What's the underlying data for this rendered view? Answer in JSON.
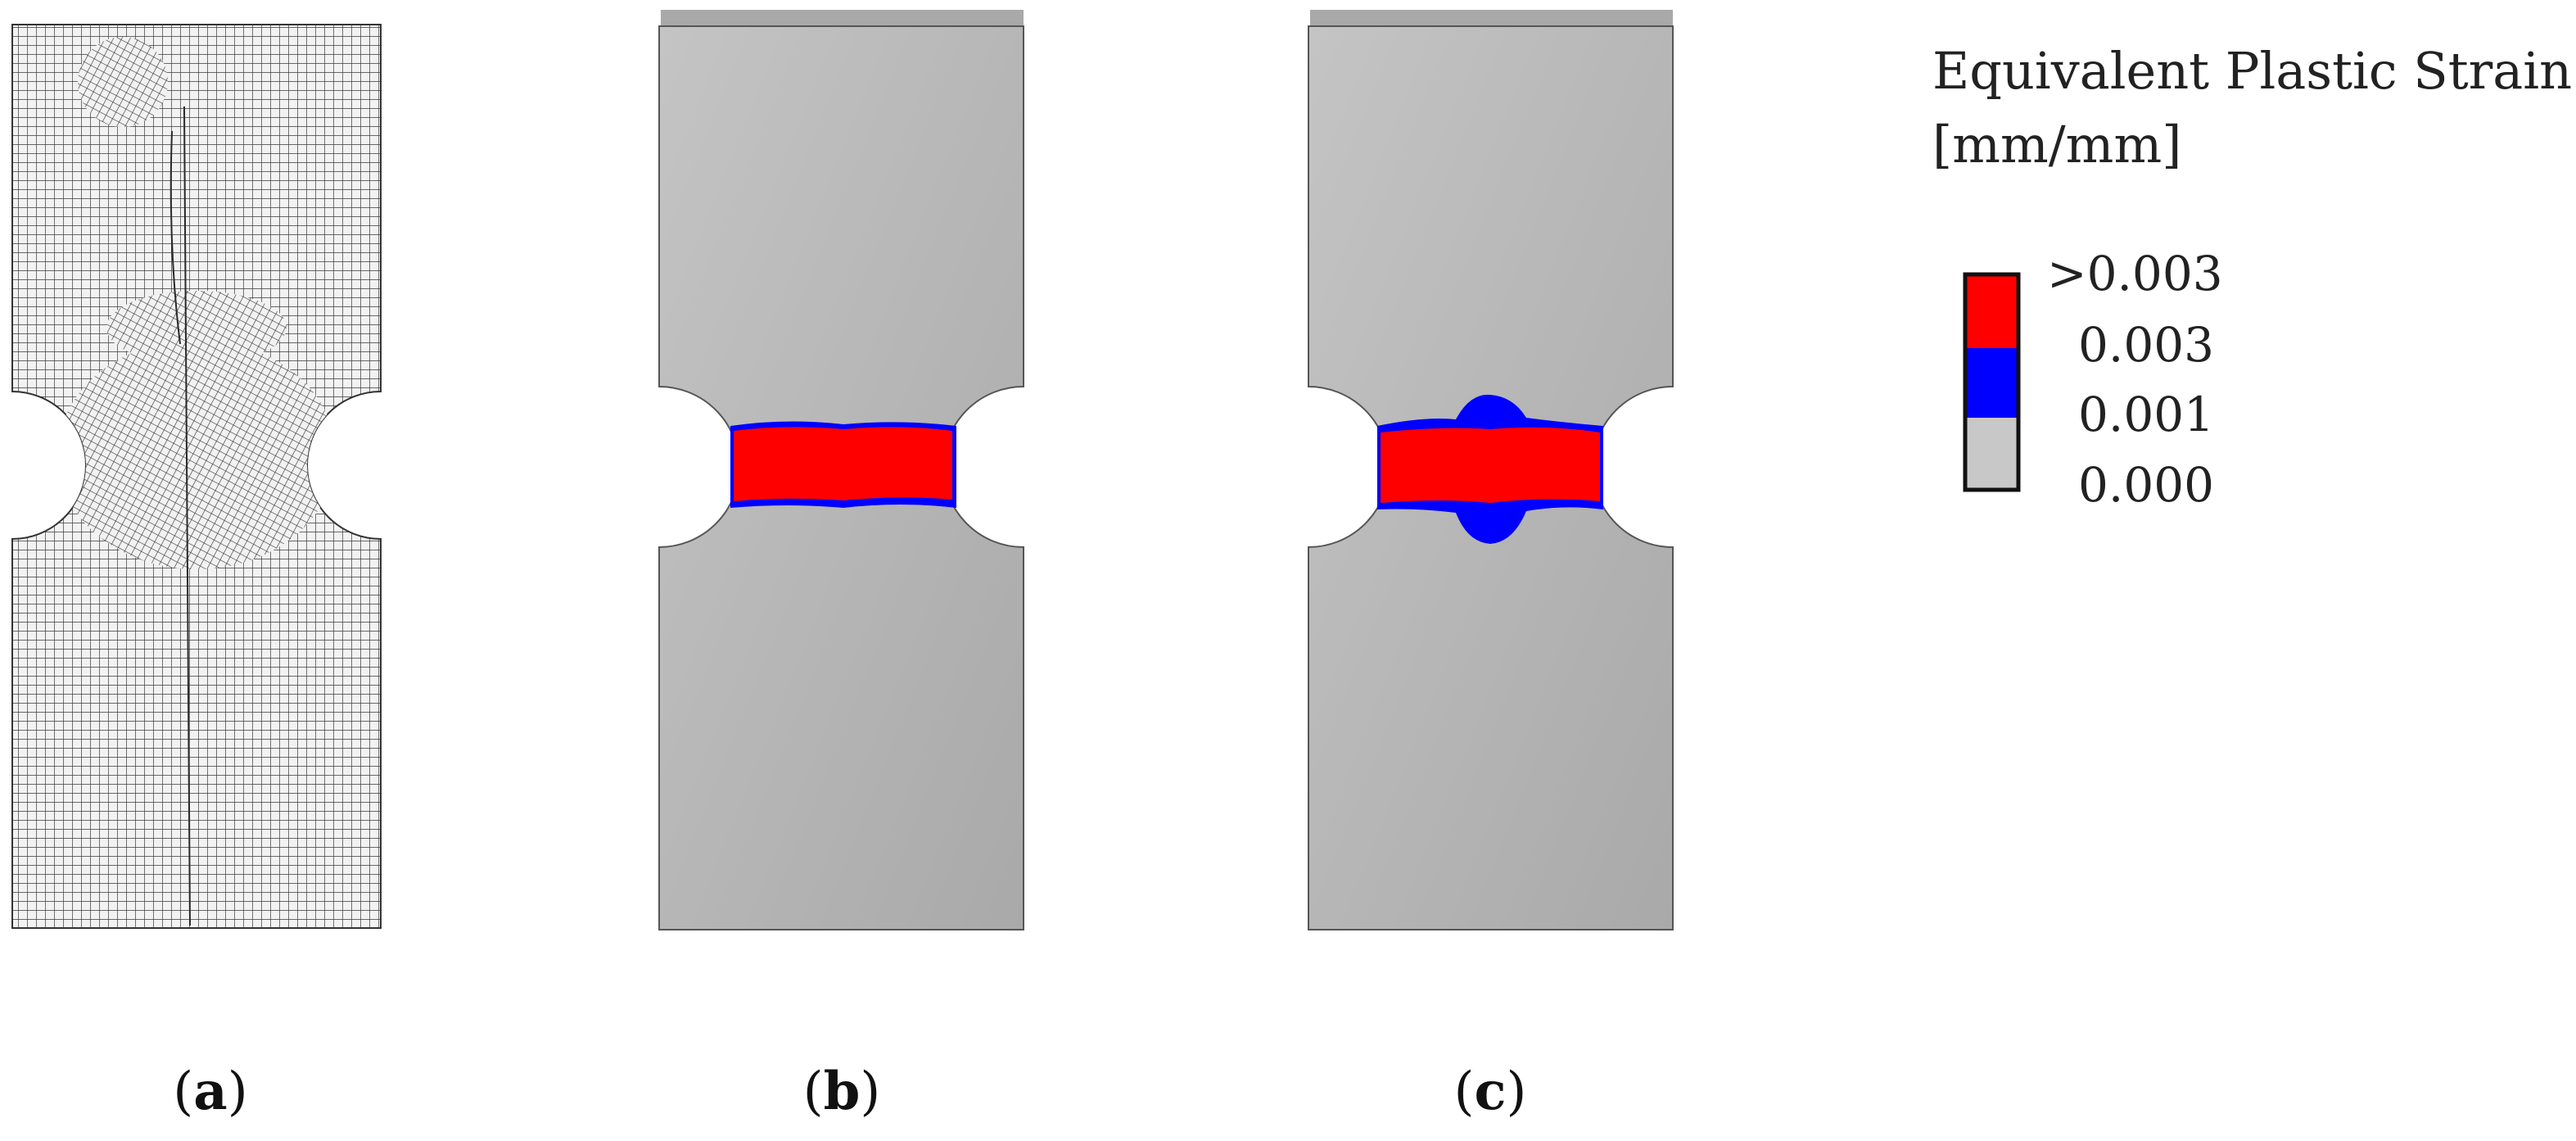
{
  "legend": {
    "title_line1": "Equivalent Plastic Strain",
    "title_line2": "[mm/mm]",
    "bands": [
      {
        "label": ">0.003",
        "color": "#ff0000"
      },
      {
        "label": "0.003",
        "color": "#0000ff"
      },
      {
        "label": "0.001",
        "color": "#c8c8c8"
      },
      {
        "label": "0.000",
        "color": ""
      }
    ]
  },
  "panels": [
    {
      "letter": "a",
      "content": "mesh"
    },
    {
      "letter": "b",
      "content": "strain contour"
    },
    {
      "letter": "c",
      "content": "strain contour"
    }
  ],
  "colors": {
    "specimen": "#b9b9b9",
    "mesh_line": "#3a3a3a",
    "high_strain": "#ff0000",
    "mid_strain": "#0000ff"
  }
}
